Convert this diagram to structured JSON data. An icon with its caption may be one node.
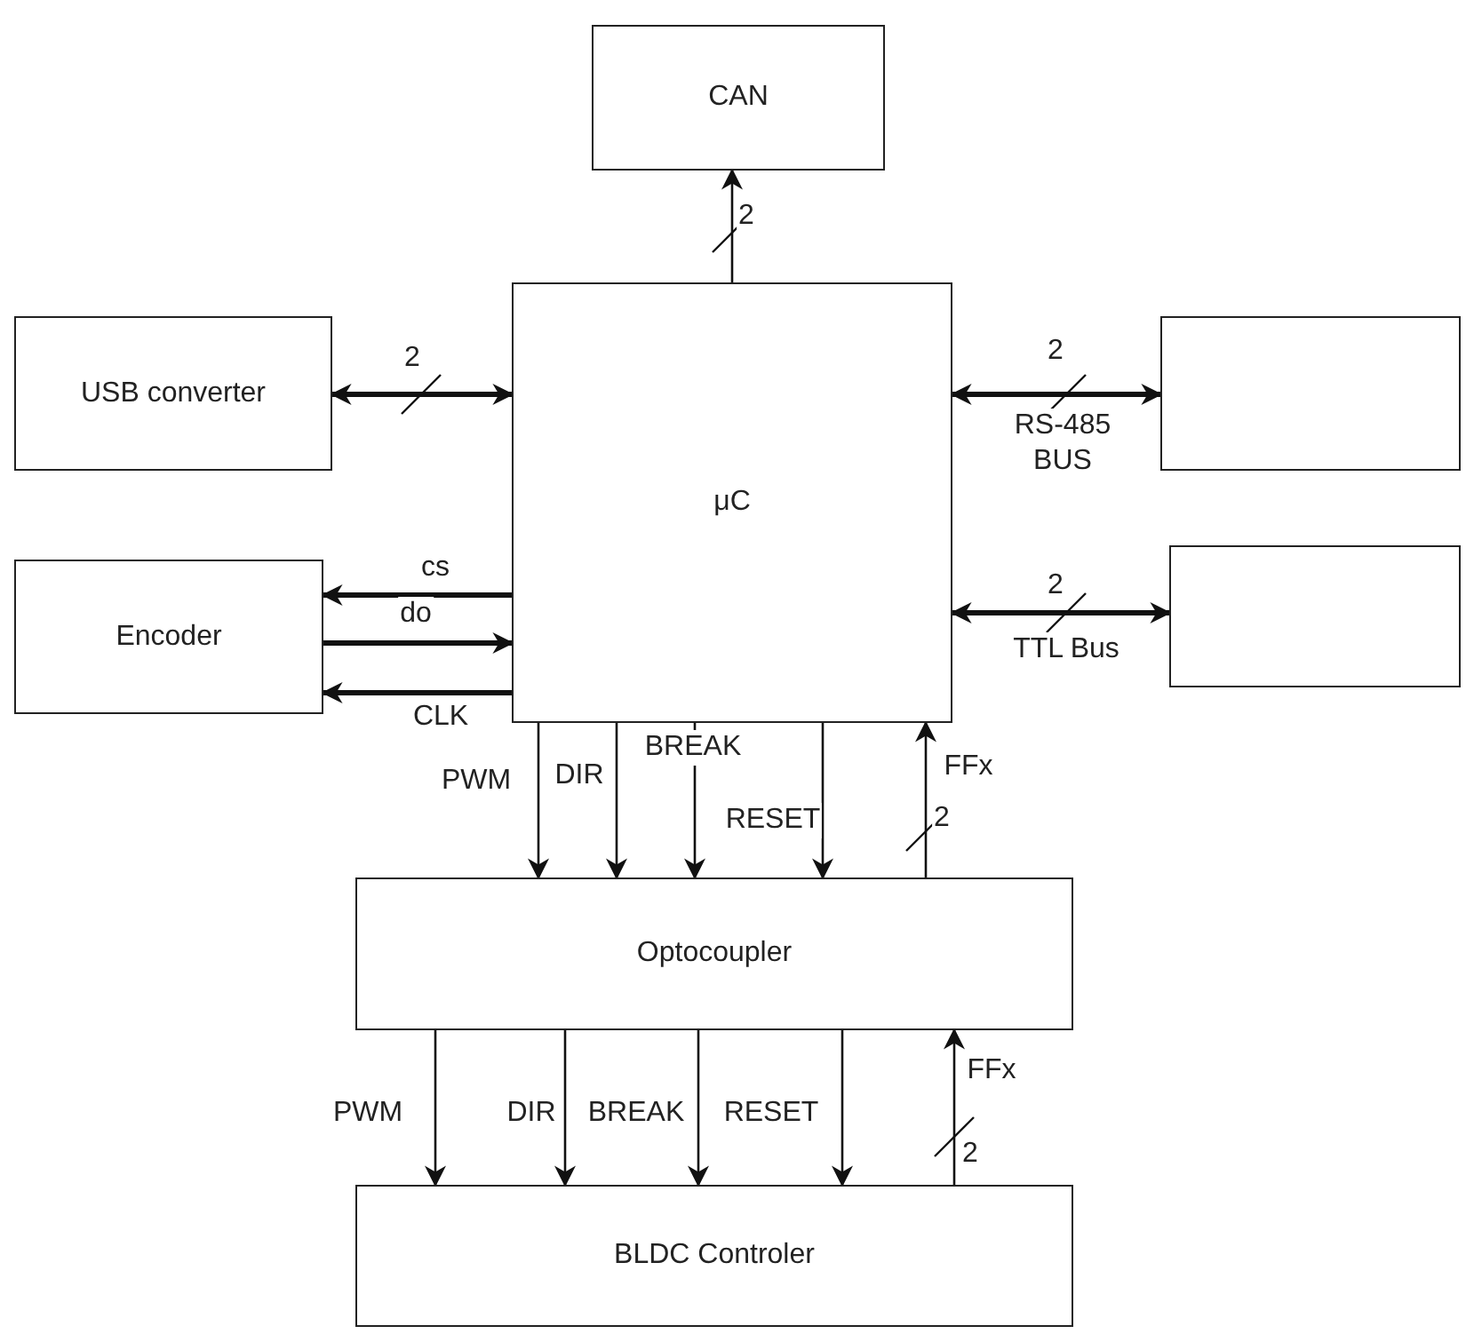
{
  "diagram": {
    "nodes": [
      {
        "text": [
          "CAN"
        ]
      },
      {
        "text": [
          "μC"
        ]
      },
      {
        "text": [
          "USB converter"
        ]
      },
      {
        "text": [],
        "shape": "box"
      },
      {
        "text": [
          "Encoder"
        ]
      },
      {
        "text": [],
        "shape": "box"
      },
      {
        "text": [
          "Optocoupler"
        ]
      },
      {
        "text": [
          "BLDC Controler"
        ]
      }
    ],
    "edges": [
      {
        "from": 1,
        "to": 0,
        "arrow": "to",
        "label": "2"
      },
      {
        "from": 2,
        "to": 1,
        "arrow": "both",
        "label": "2",
        "style": "thick"
      },
      {
        "from": 1,
        "to": 3,
        "arrow": "both",
        "label": "2",
        "style": "thick"
      },
      {
        "from": 1,
        "to": 5,
        "arrow": "both",
        "label": "2",
        "style": "thick"
      },
      {
        "from": 1,
        "to": 4,
        "arrow": "to",
        "label": "cs",
        "style": "thick"
      },
      {
        "from": 4,
        "to": 1,
        "arrow": "to",
        "label": "do",
        "style": "thick"
      },
      {
        "from": 1,
        "to": 4,
        "arrow": "to",
        "label": "CLK",
        "style": "thick"
      },
      {
        "from": 1,
        "to": 6,
        "arrow": "to",
        "label": "PWM"
      },
      {
        "from": 1,
        "to": 6,
        "arrow": "to",
        "label": "DIR"
      },
      {
        "from": 1,
        "to": 6,
        "arrow": "to",
        "label": "BREAK"
      },
      {
        "from": 1,
        "to": 6,
        "arrow": "to",
        "label": "RESET"
      },
      {
        "from": 6,
        "to": 1,
        "arrow": "to",
        "label": "FFx"
      },
      {
        "from": 6,
        "to": 7,
        "arrow": "to",
        "label": "PWM"
      },
      {
        "from": 6,
        "to": 7,
        "arrow": "to",
        "label": "DIR"
      },
      {
        "from": 6,
        "to": 7,
        "arrow": "to",
        "label": "BREAK"
      },
      {
        "from": 6,
        "to": 7,
        "arrow": "to",
        "label": "RESET"
      },
      {
        "from": 7,
        "to": 6,
        "arrow": "to",
        "label": "FFx"
      }
    ],
    "labels": [
      "RS-485 BUS",
      "TTL Bus",
      "2",
      "2"
    ]
  }
}
